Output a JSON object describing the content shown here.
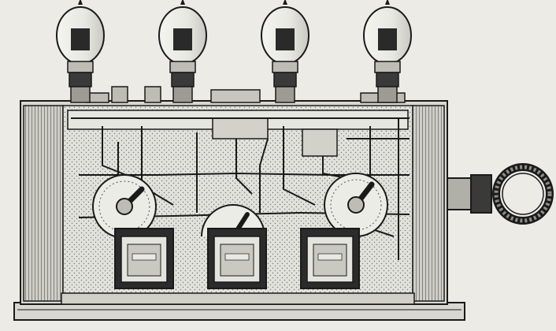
{
  "illustration": {
    "kind": "engraving",
    "ink_color": "#1a1a1a",
    "paper_color": "#ecebe6",
    "panel_color": "#dcdcd6",
    "tube_count": 4,
    "rheostat_count": 2,
    "transformer_count": 3,
    "loop_antenna_count": 1
  }
}
